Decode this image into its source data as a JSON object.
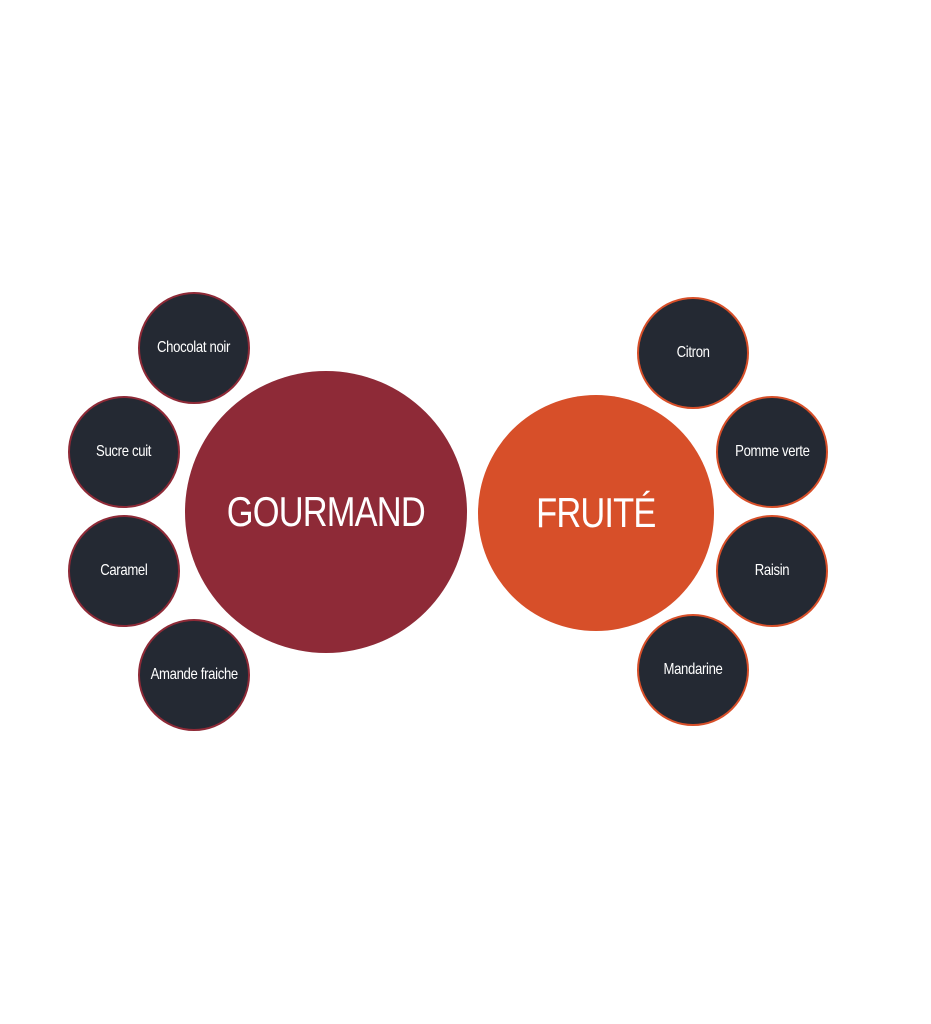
{
  "colors": {
    "gourmand": "#8E2A37",
    "fruite": "#D74F29",
    "sub_fill": "#242933",
    "text": "#FFFFFF"
  },
  "groups": [
    {
      "id": "gourmand",
      "label": "GOURMAND",
      "items": [
        "Chocolat noir",
        "Sucre cuit",
        "Caramel",
        "Amande fraiche"
      ]
    },
    {
      "id": "fruite",
      "label": "FRUITÉ",
      "items": [
        "Citron",
        "Pomme verte",
        "Raisin",
        "Mandarine"
      ]
    }
  ]
}
